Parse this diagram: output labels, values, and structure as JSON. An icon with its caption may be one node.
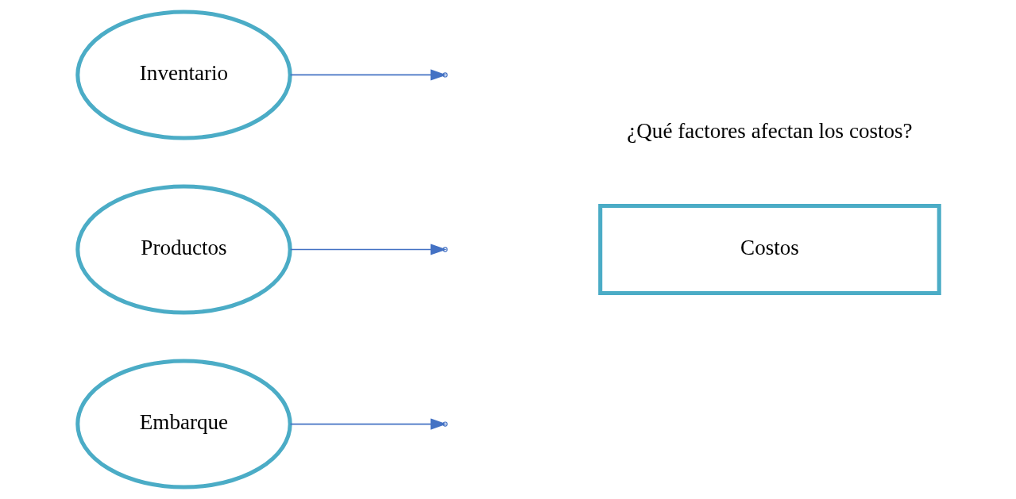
{
  "diagram": {
    "nodes": [
      {
        "text": [
          "Embarque"
        ]
      },
      {
        "text": [
          "Productos"
        ]
      },
      {
        "text": [
          "Inventario"
        ]
      },
      {
        "text": [
          "Costos"
        ]
      }
    ],
    "edges": [
      {
        "from": 0,
        "to": null,
        "arrow": "to"
      },
      {
        "from": 1,
        "to": null,
        "arrow": "to"
      },
      {
        "from": 2,
        "to": null,
        "arrow": "to"
      }
    ],
    "labels": [
      "¿Qué factores afectan los costos?"
    ]
  }
}
